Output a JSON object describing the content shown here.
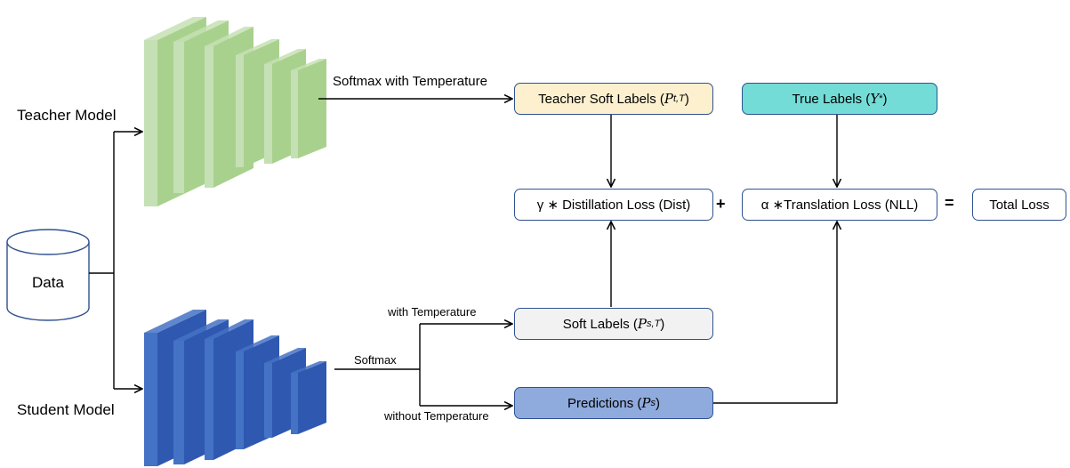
{
  "models": {
    "teacher_label": "Teacher Model",
    "student_label": "Student Model",
    "data_label": "Data"
  },
  "edges": {
    "softmax_with_temperature": "Softmax with Temperature",
    "softmax": "Softmax",
    "with_temperature": "with Temperature",
    "without_temperature": "without Temperature"
  },
  "boxes": {
    "teacher_soft_labels": {
      "text": "Teacher Soft Labels (",
      "math": "P",
      "sub": "t,T",
      "close": ")",
      "fill": "#fdf0cf"
    },
    "true_labels": {
      "text": "True Labels (",
      "math": "Y",
      "sup": "*",
      "close": ")",
      "fill": "#73dcd6"
    },
    "distillation_loss": {
      "text": "γ ∗ Distillation Loss (Dist)",
      "fill": "#ffffff"
    },
    "translation_loss": {
      "text": "α ∗Translation Loss (NLL)",
      "fill": "#ffffff"
    },
    "total_loss": {
      "text": "Total Loss",
      "fill": "#ffffff"
    },
    "soft_labels": {
      "text": "Soft Labels (",
      "math": "P",
      "sub": "s,T",
      "close": ")",
      "fill": "#f2f2f2"
    },
    "predictions": {
      "text": "Predictions (",
      "math": "P",
      "sub": "s",
      "close": ")",
      "fill": "#8faadc"
    }
  },
  "operators": {
    "plus": "+",
    "equals": "="
  },
  "colors": {
    "teacher_front": "#a9d18e",
    "teacher_side": "#c5e0b4",
    "student_front": "#2f58b0",
    "student_side": "#4472c4",
    "border": "#2f528f"
  }
}
